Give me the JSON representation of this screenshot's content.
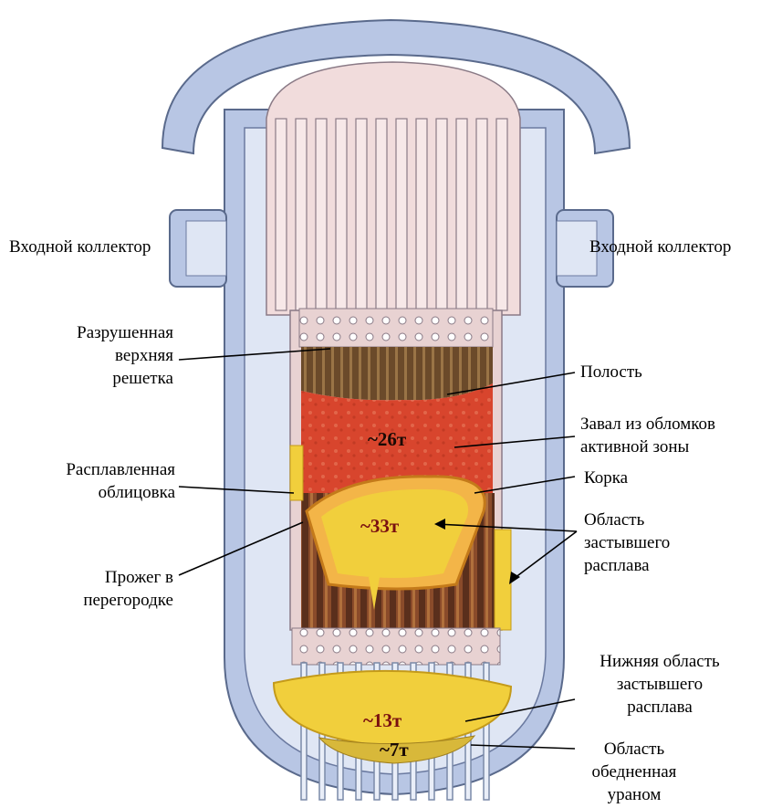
{
  "labels": {
    "inlet_left": "Входной коллектор",
    "inlet_right": "Входной коллектор",
    "upper_grid": "Разрушенная\nверхняя\nрешетка",
    "cavity": "Полость",
    "debris": "Завал из обломков\nактивной зоны",
    "molten_liner": "Расплавленная\nоблицовка",
    "crust": "Корка",
    "solidified_region": "Область\nзастывшего\nрасплава",
    "burnthrough": "Прожег в\nперегородке",
    "lower_solidified": "Нижняя область\nзастывшего\nрасплава",
    "depleted_region": "Область\nобедненная\nураном"
  },
  "masses": {
    "debris": "~26т",
    "melt": "~33т",
    "lower": "~13т",
    "depleted": "~7т"
  },
  "colors": {
    "vessel_outer": "#b8c6e4",
    "vessel_inner": "#dfe6f4",
    "internals": "#f1dcdc",
    "internals_line": "#8a7a86",
    "debris_red": "#d8452d",
    "melt_yellow": "#f1cf3c",
    "fuel_brown": "#5a2f1c",
    "cavity_brown": "#6b4a2a",
    "mass_dark": "#1a0a05",
    "mass_red": "#7a1010"
  }
}
